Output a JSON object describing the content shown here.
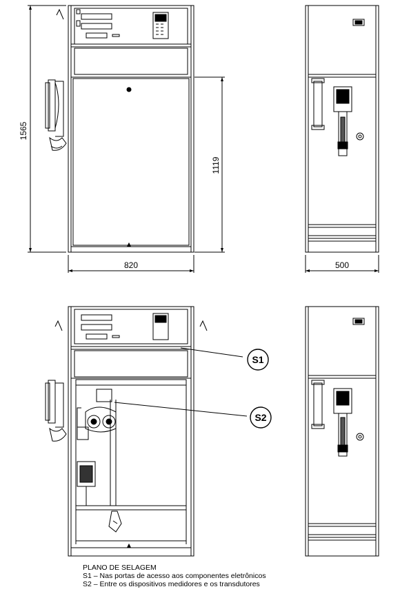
{
  "dimensions": {
    "height_total": "1565",
    "height_door": "1119",
    "width_front": "820",
    "width_side": "500"
  },
  "callouts": {
    "s1": "S1",
    "s2": "S2"
  },
  "legend": {
    "title": "PLANO DE SELAGEM",
    "line1": "S1 – Nas portas de acesso aos componentes eletrônicos",
    "line2": "S2 – Entre os dispositivos medidores e os transdutores"
  }
}
